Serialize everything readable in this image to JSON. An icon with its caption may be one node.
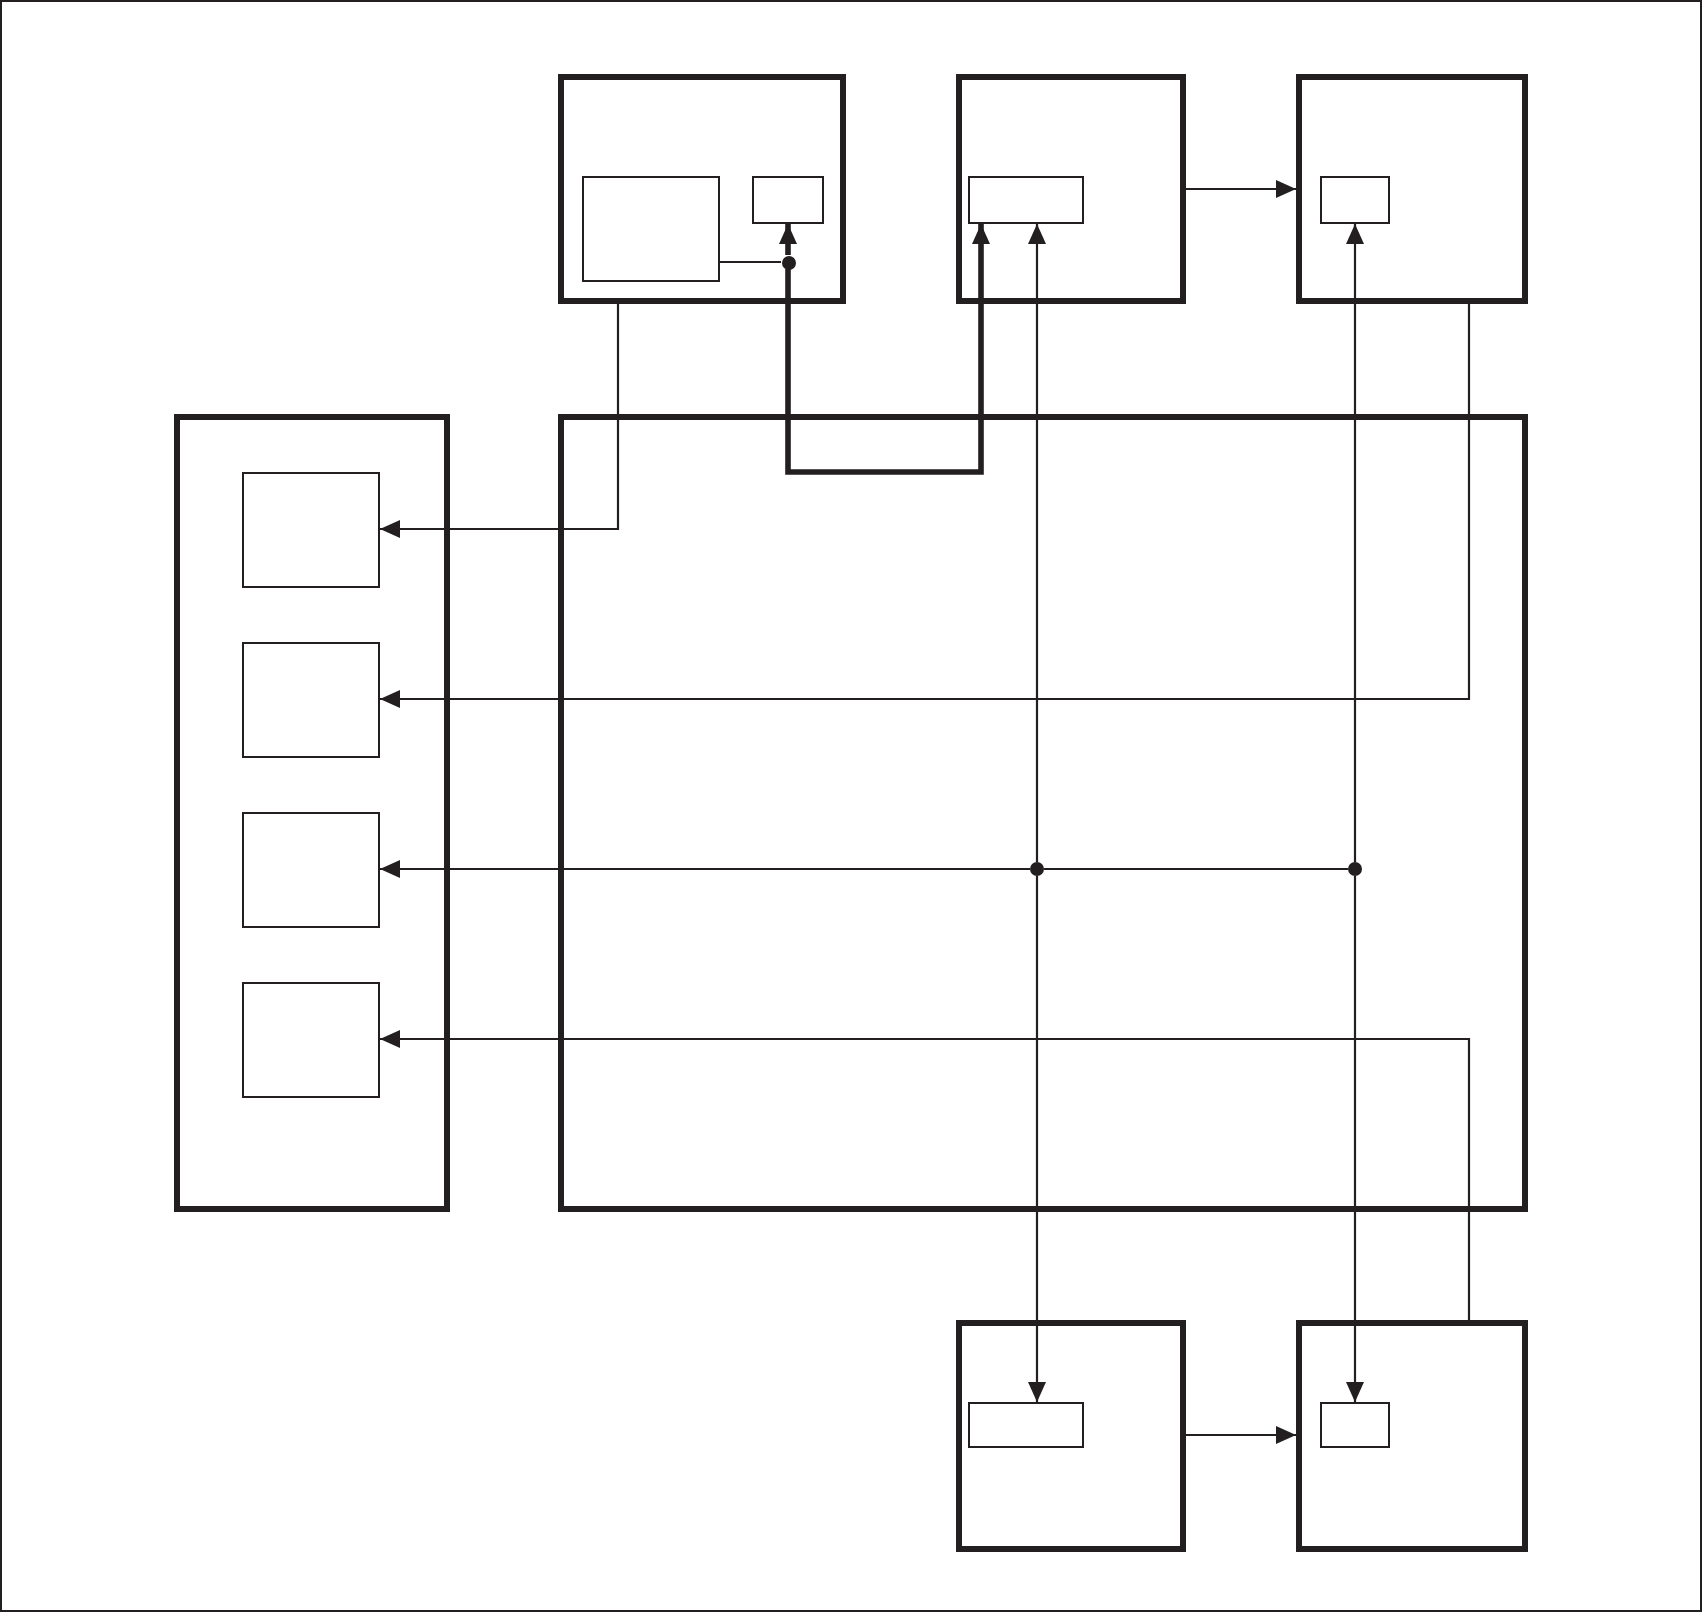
{
  "diagram": {
    "nodes": [
      {
        "text": [],
        "shape": "box"
      },
      {
        "text": [],
        "shape": "box",
        "in": 0
      },
      {
        "text": [],
        "shape": "box",
        "in": 0
      },
      {
        "text": [],
        "shape": "dot",
        "in": 0
      },
      {
        "text": [],
        "shape": "box"
      },
      {
        "text": [],
        "shape": "box",
        "in": 4
      },
      {
        "text": [],
        "shape": "box"
      },
      {
        "text": [],
        "shape": "box",
        "in": 6
      },
      {
        "text": [],
        "shape": "box"
      },
      {
        "text": [],
        "shape": "box",
        "in": 8
      },
      {
        "text": [],
        "shape": "box",
        "in": 8
      },
      {
        "text": [],
        "shape": "box",
        "in": 8
      },
      {
        "text": [],
        "shape": "box",
        "in": 8
      },
      {
        "text": [],
        "shape": "box"
      },
      {
        "text": [],
        "shape": "dot",
        "in": 13
      },
      {
        "text": [],
        "shape": "dot",
        "in": 13
      },
      {
        "text": [],
        "shape": "box"
      },
      {
        "text": [],
        "shape": "box",
        "in": 16
      },
      {
        "text": [],
        "shape": "box"
      },
      {
        "text": [],
        "shape": "box",
        "in": 18
      }
    ],
    "edges": [
      {
        "from": 4,
        "to": 6,
        "arrow": "to"
      },
      {
        "from": 1,
        "to": 3,
        "arrow": "none"
      },
      {
        "from": 3,
        "to": 2,
        "arrow": "to",
        "style": "thick"
      },
      {
        "from": 3,
        "to": 5,
        "arrow": "to",
        "style": "thick"
      },
      {
        "from": 0,
        "to": 9,
        "arrow": "to"
      },
      {
        "from": 6,
        "to": 10,
        "arrow": "to"
      },
      {
        "from": 14,
        "to": 5,
        "arrow": "to"
      },
      {
        "from": 14,
        "to": 17,
        "arrow": "to"
      },
      {
        "from": 15,
        "to": 7,
        "arrow": "to"
      },
      {
        "from": 15,
        "to": 19,
        "arrow": "to"
      },
      {
        "from": 15,
        "to": 14,
        "arrow": "none"
      },
      {
        "from": 14,
        "to": 11,
        "arrow": "to"
      },
      {
        "from": 18,
        "to": 12,
        "arrow": "to"
      },
      {
        "from": 16,
        "to": 18,
        "arrow": "to"
      }
    ]
  }
}
